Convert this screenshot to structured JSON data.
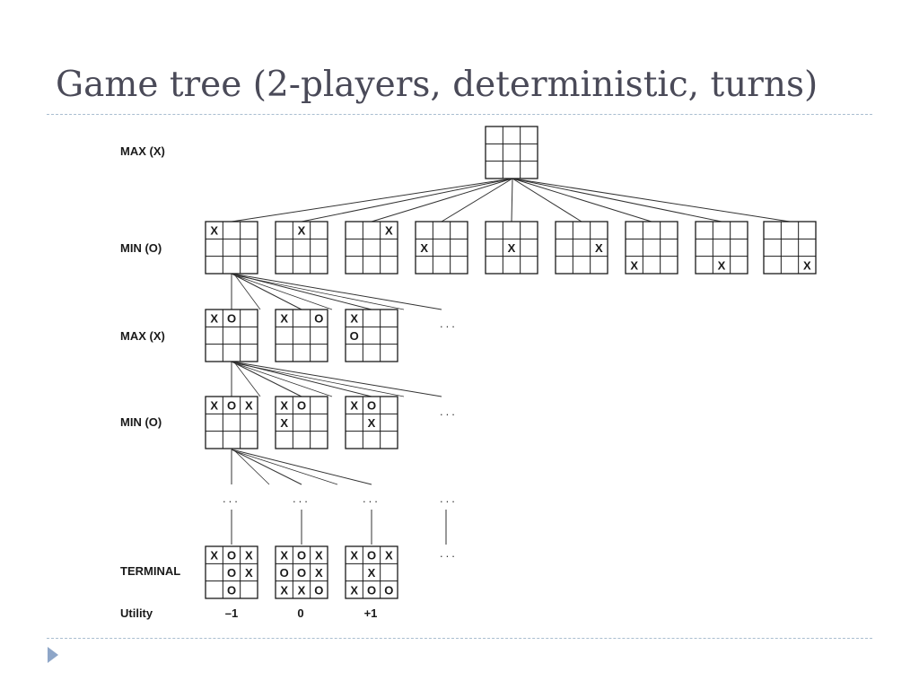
{
  "title": "Game tree (2-players, deterministic, turns)",
  "levels": {
    "max1": "MAX (X)",
    "min1": "MIN (O)",
    "max2": "MAX (X)",
    "min2": "MIN (O)",
    "terminal": "TERMINAL",
    "utility": "Utility"
  },
  "ellipsis": "...",
  "utilities": [
    "–1",
    "0",
    "+1"
  ],
  "boards": {
    "root": [
      "",
      "",
      "",
      "",
      "",
      "",
      "",
      "",
      ""
    ],
    "level1": [
      [
        "X",
        "",
        "",
        "",
        "",
        "",
        "",
        "",
        ""
      ],
      [
        "",
        "X",
        "",
        "",
        "",
        "",
        "",
        "",
        ""
      ],
      [
        "",
        "",
        "X",
        "",
        "",
        "",
        "",
        "",
        ""
      ],
      [
        "",
        "",
        "",
        "X",
        "",
        "",
        "",
        "",
        ""
      ],
      [
        "",
        "",
        "",
        "",
        "X",
        "",
        "",
        "",
        ""
      ],
      [
        "",
        "",
        "",
        "",
        "",
        "X",
        "",
        "",
        ""
      ],
      [
        "",
        "",
        "",
        "",
        "",
        "",
        "X",
        "",
        ""
      ],
      [
        "",
        "",
        "",
        "",
        "",
        "",
        "",
        "X",
        ""
      ],
      [
        "",
        "",
        "",
        "",
        "",
        "",
        "",
        "",
        "X"
      ]
    ],
    "level2": [
      [
        "X",
        "O",
        "",
        "",
        "",
        "",
        "",
        "",
        ""
      ],
      [
        "X",
        "",
        "O",
        "",
        "",
        "",
        "",
        "",
        ""
      ],
      [
        "X",
        "",
        "",
        "O",
        "",
        "",
        "",
        "",
        ""
      ]
    ],
    "level3": [
      [
        "X",
        "O",
        "X",
        "",
        "",
        "",
        "",
        "",
        ""
      ],
      [
        "X",
        "O",
        "",
        "X",
        "",
        "",
        "",
        "",
        ""
      ],
      [
        "X",
        "O",
        "",
        "",
        "X",
        "",
        "",
        "",
        ""
      ]
    ],
    "terminal": [
      [
        "X",
        "O",
        "X",
        "",
        "O",
        "X",
        "",
        "O",
        ""
      ],
      [
        "X",
        "O",
        "X",
        "O",
        "O",
        "X",
        "X",
        "X",
        "O"
      ],
      [
        "X",
        "O",
        "X",
        "",
        "X",
        "",
        "X",
        "O",
        "O"
      ]
    ]
  },
  "colors": {
    "title": "#4a4a58",
    "rule": "#a9bdd0",
    "bullet": "#8ea6c8",
    "ink": "#1a1a1a"
  }
}
